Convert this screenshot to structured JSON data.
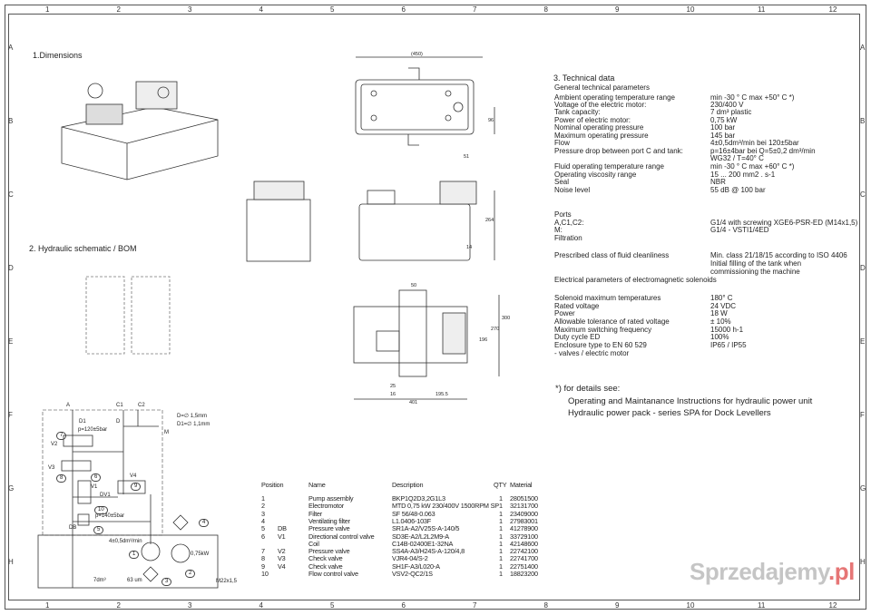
{
  "grid": {
    "columns": [
      "1",
      "2",
      "3",
      "4",
      "5",
      "6",
      "7",
      "8",
      "9",
      "10",
      "11",
      "12"
    ],
    "rows": [
      "A",
      "B",
      "C",
      "D",
      "E",
      "F",
      "G",
      "H"
    ]
  },
  "sections": {
    "dimensions": "1.Dimensions",
    "schematic": "2. Hydraulic schematic / BOM",
    "technical": "3. Technical data"
  },
  "dimension_labels": [
    "(450)",
    "96",
    "51",
    "264",
    "14",
    "50",
    "300",
    "270",
    "196",
    "401",
    "195.5",
    "25",
    "16"
  ],
  "technical_data": {
    "general_title": "General technical parameters",
    "general": [
      {
        "label": "Ambient operating temperature range",
        "value": "min -30 ° C max +50° C *)"
      },
      {
        "label": "Voltage of the electric motor:",
        "value": "230/400 V"
      },
      {
        "label": "Tank capacity:",
        "value": "7 dm³ plastic"
      },
      {
        "label": "Power of electric motor:",
        "value": "0,75 kW"
      },
      {
        "label": "Nominal operating pressure",
        "value": "100 bar"
      },
      {
        "label": "Maximum operating pressure",
        "value": "145 bar"
      },
      {
        "label": "Flow",
        "value": "4±0,5dm³/min bei 120±5bar"
      },
      {
        "label": "Pressure drop  between port C and tank:",
        "value": "p=16±4bar   bei Q=5±0,2 dm³/min"
      },
      {
        "label": "",
        "value": "      WG32 / T=40° C"
      },
      {
        "label": "Fluid operating temperature range",
        "value": "min -30 °  C max +60° C *)"
      },
      {
        "label": "Operating viscosity range",
        "value": "15 ... 200 mm2 . s-1"
      },
      {
        "label": "Seal",
        "value": "NBR"
      },
      {
        "label": "Noise level",
        "value": "55 dB @ 100 bar"
      }
    ],
    "ports": [
      {
        "label": "Ports",
        "value": ""
      },
      {
        "label": "A,C1,C2:",
        "value": "G1/4 with screwing XGE6-PSR-ED (M14x1,5)"
      },
      {
        "label": "M:",
        "value": "G1/4  - VSTI1/4ED"
      },
      {
        "label": " Filtration",
        "value": ""
      }
    ],
    "cleanliness": [
      {
        "label": "Prescribed class of fluid cleanliness",
        "value": "Min. class 21/18/15 according to ISO 4406"
      },
      {
        "label": "",
        "value": "Initial filling of the tank when"
      },
      {
        "label": "",
        "value": "commissioning the machine"
      }
    ],
    "electrical_title": "Electrical parameters of electromagnetic solenoids",
    "electrical": [
      {
        "label": "Solenoid maximum temperatures",
        "value": "180° C"
      },
      {
        "label": "Rated voltage",
        "value": "24 VDC"
      },
      {
        "label": "Power",
        "value": "18 W"
      },
      {
        "label": "Allowable tolerance of rated voltage",
        "value": "± 10%"
      },
      {
        "label": "Maximum switching frequency",
        "value": "15000 h-1"
      },
      {
        "label": "Duty cycle ED",
        "value": "100%"
      },
      {
        "label": "Enclosure type to EN 60 529",
        "value": "IP65 / IP55"
      },
      {
        "label": "   - valves / electric motor",
        "value": ""
      }
    ]
  },
  "notes": {
    "heading": "*) for details see:",
    "lines": [
      "Operating and Maintanance Instructions for hydraulic power unit",
      "Hydraulic power pack - series SPA for Dock Levellers"
    ]
  },
  "bom": {
    "headers": [
      "Position",
      "Name",
      "Description",
      "QTY",
      "Material"
    ],
    "rows": [
      {
        "pos": "1",
        "code": "",
        "name": "Pump assembly",
        "desc": "BKP1Q2D3,2G1L3",
        "qty": "1",
        "mat": "28051500"
      },
      {
        "pos": "2",
        "code": "",
        "name": "Electromotor",
        "desc": "MTD 0,75 kW 230/400V 1500RPM SP",
        "qty": "1",
        "mat": "32131700"
      },
      {
        "pos": "3",
        "code": "",
        "name": "Filter",
        "desc": "SF 56/48-0.063",
        "qty": "1",
        "mat": "23409000"
      },
      {
        "pos": "4",
        "code": "",
        "name": "Ventilating filter",
        "desc": "L1.0406-103F",
        "qty": "1",
        "mat": "27983001"
      },
      {
        "pos": "5",
        "code": "DB",
        "name": "Pressure valve",
        "desc": "SR1A-A2/V25S-A-140/5",
        "qty": "1",
        "mat": "41278900"
      },
      {
        "pos": "6",
        "code": "V1",
        "name": "Directional control valve",
        "desc": "SD3E-A2/L2L2M9-A",
        "qty": "1",
        "mat": "33729100"
      },
      {
        "pos": "",
        "code": "",
        "name": "Coil",
        "desc": "C14B-02400E1-32NA",
        "qty": "1",
        "mat": "42148600"
      },
      {
        "pos": "7",
        "code": "V2",
        "name": "Pressure valve",
        "desc": "SS4A-A3/H24S-A-120/4,8",
        "qty": "1",
        "mat": "22742100"
      },
      {
        "pos": "8",
        "code": "V3",
        "name": "Check valve",
        "desc": "VJR4-04/S-2",
        "qty": "1",
        "mat": "22741700"
      },
      {
        "pos": "9",
        "code": "V4",
        "name": "Check valve",
        "desc": "SH1F-A3/L020-A",
        "qty": "1",
        "mat": "22751400"
      },
      {
        "pos": "10",
        "code": "",
        "name": "Flow control valve",
        "desc": "VSV2-QC2/1S",
        "qty": "1",
        "mat": "18823200"
      }
    ]
  },
  "schematic_labels": {
    "port_a": "A",
    "port_c1": "C1",
    "port_c2": "C2",
    "port_m": "M",
    "d1": "D1",
    "d": "D",
    "orifice_d": "D=∅ 1,5mm",
    "orifice_d1": "D1=∅ 1,1mm",
    "p120": "p=120±5bar",
    "p140": "p=140±5bar",
    "flow": "4±0,5dm³/min",
    "motor": "0,75kW",
    "tank": "7dm³",
    "filter": "63 um",
    "thread": "M22x1,5",
    "v1": "V1",
    "v2": "V2",
    "v3": "V3",
    "v4": "V4",
    "dv1": "DV1",
    "db": "DB",
    "callouts": [
      "1",
      "2",
      "3",
      "4",
      "5",
      "6",
      "7",
      "8",
      "9",
      "10"
    ]
  },
  "watermark": "Sprzedajemy.pl",
  "colors": {
    "line": "#333333",
    "dash": "#777777",
    "watermark_accent": "#dc3c3c"
  }
}
